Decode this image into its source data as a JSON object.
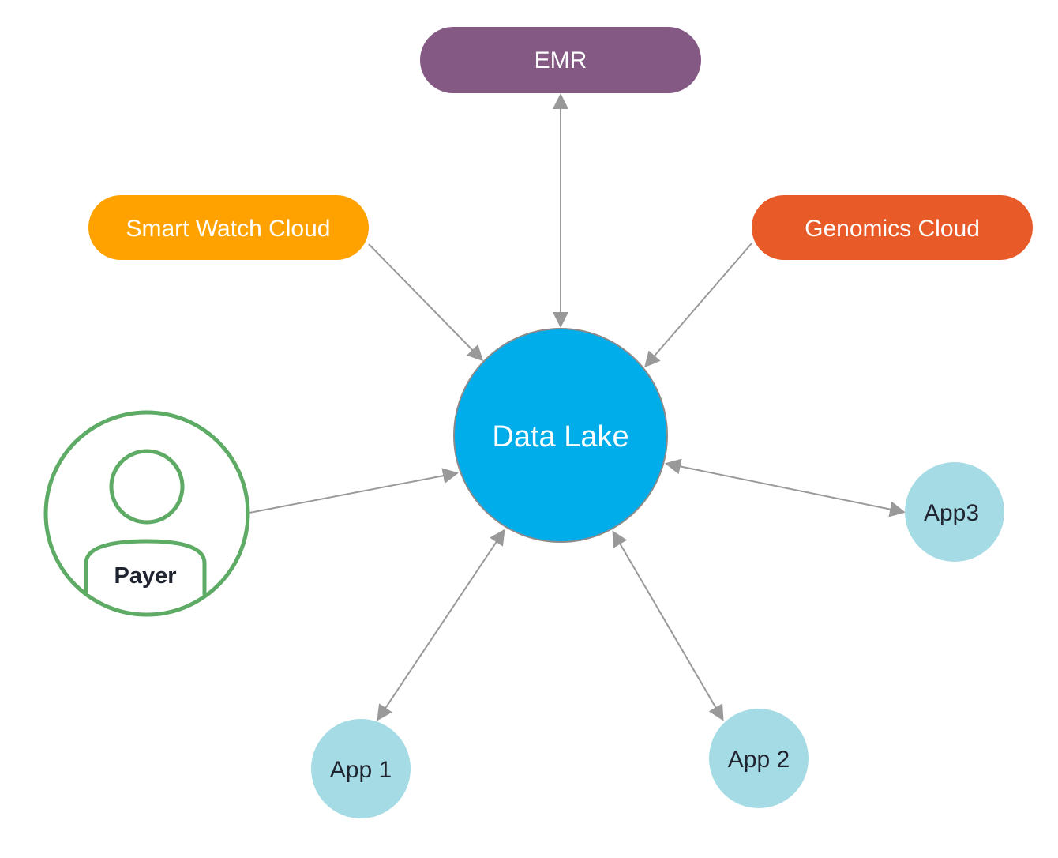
{
  "diagram": {
    "nodes": {
      "emr": {
        "label": "EMR",
        "color": "#845A85"
      },
      "smart_watch": {
        "label": "Smart Watch Cloud",
        "color": "#FFA200"
      },
      "genomics": {
        "label": "Genomics Cloud",
        "color": "#E85A27"
      },
      "data_lake": {
        "label": "Data Lake",
        "color": "#00ADEB"
      },
      "payer": {
        "label": "Payer",
        "color": "#5DAB64"
      },
      "app1": {
        "label": "App 1",
        "color": "#A4DBE4"
      },
      "app2": {
        "label": "App 2",
        "color": "#A4DBE4"
      },
      "app3": {
        "label": "App3",
        "color": "#A4DBE4"
      }
    },
    "connector_color": "#999999",
    "text_light": "#FFFFFF",
    "text_dark": "#1F2430"
  }
}
